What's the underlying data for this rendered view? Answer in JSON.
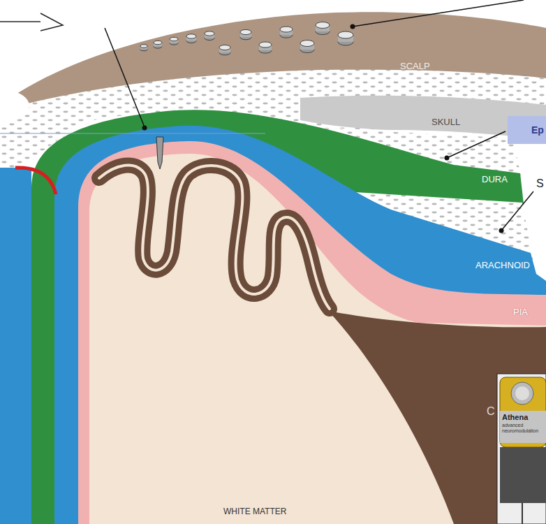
{
  "diagram": {
    "nodes": [
      {
        "text": [
          "Ep"
        ]
      }
    ],
    "labels": [
      "SCALP",
      "SKULL",
      "DURA",
      "ARACHNOID",
      "PIA",
      "WHITE MATTER",
      "S",
      "C",
      "Athena",
      "advanced",
      "neuromodulation"
    ]
  }
}
